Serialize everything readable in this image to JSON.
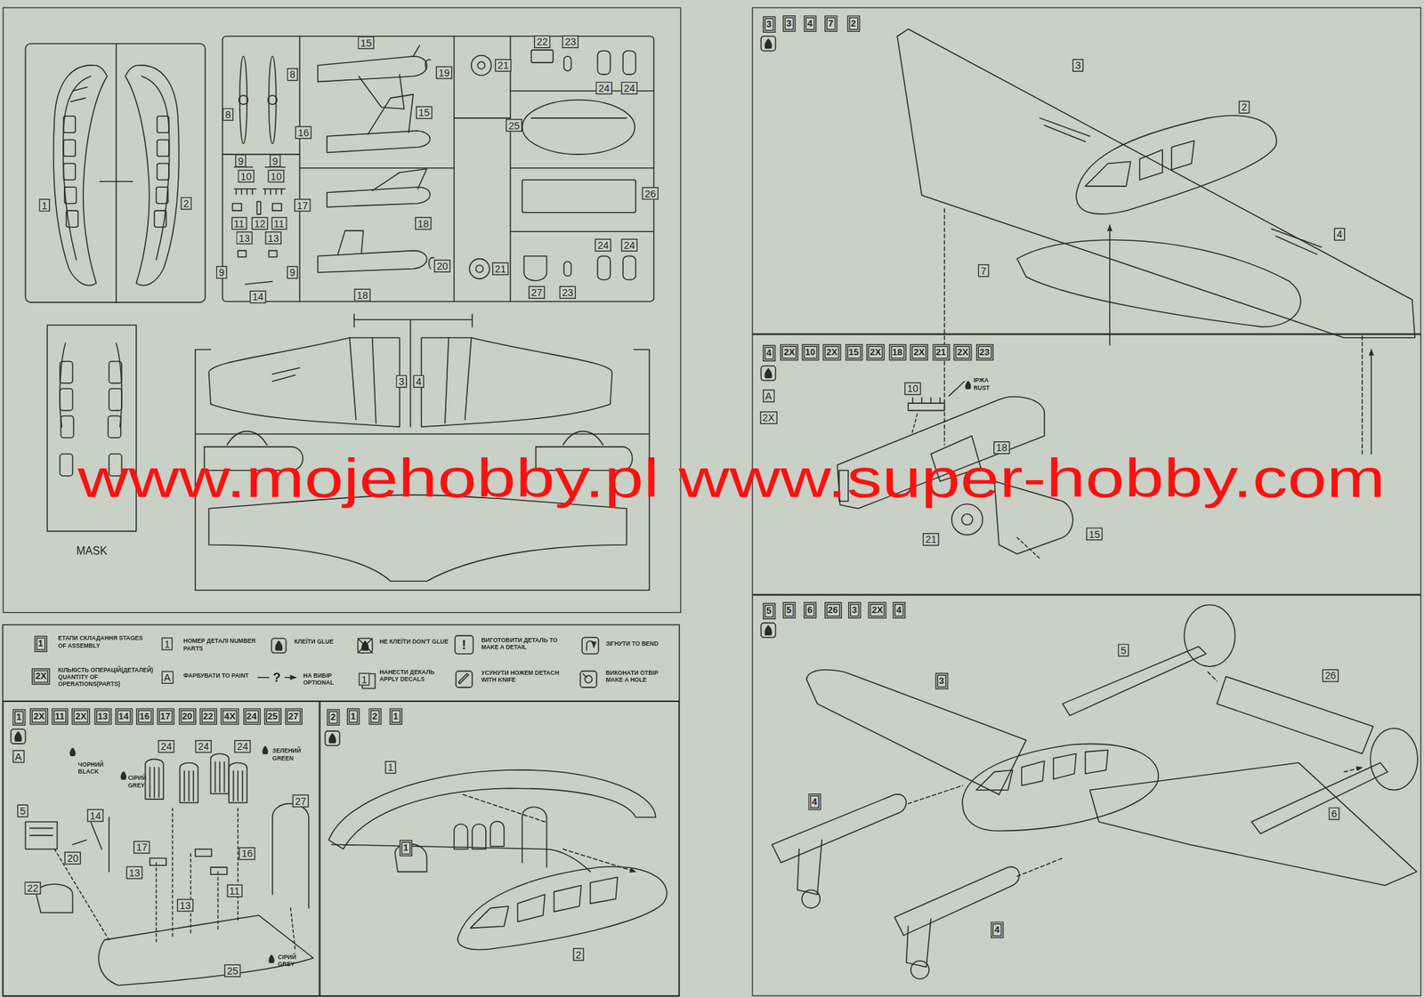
{
  "diagram": {
    "nodes": [
      {
        "text": [
          "MASK"
        ]
      },
      {
        "text": [
          "3"
        ]
      },
      {
        "text": [
          "4"
        ]
      },
      {
        "text": [
          "5"
        ]
      },
      {
        "text": [
          "1"
        ]
      },
      {
        "text": [
          "2"
        ]
      }
    ],
    "labels": [
      "1",
      "2",
      "15",
      "8",
      "19",
      "21",
      "22",
      "23",
      "8",
      "16",
      "15",
      "25",
      "24",
      "24",
      "9",
      "9",
      "10",
      "10",
      "17",
      "26",
      "11",
      "12",
      "11",
      "18",
      "13",
      "13",
      "24",
      "24",
      "9",
      "9",
      "20",
      "21",
      "14",
      "18",
      "27",
      "23",
      "3",
      "4",
      "1",
      "1",
      "!",
      "2X",
      "A",
      "?",
      "1",
      "2X",
      "11",
      "2X",
      "13",
      "14",
      "16",
      "17",
      "20",
      "22",
      "4X",
      "24",
      "25",
      "27",
      "A",
      "24",
      "24",
      "24",
      "ЧОРНИЙ BLACK",
      "СІРИЙ GREY",
      "ЗЕЛЕНИЙ GREEN",
      "5",
      "14",
      "27",
      "20",
      "17",
      "13",
      "16",
      "11",
      "22",
      "13",
      "СІРИЙ GREY",
      "25",
      "1",
      "2",
      "1",
      "1",
      "1",
      "2",
      "3",
      "4",
      "7",
      "2",
      "3",
      "2",
      "4",
      "7",
      "2X",
      "10",
      "2X",
      "15",
      "2X",
      "18",
      "2X",
      "21",
      "2X",
      "23",
      "A",
      "2X",
      "10",
      "ІРЖА RUST",
      "18",
      "21",
      "15",
      "5",
      "6",
      "26",
      "3",
      "2X",
      "4",
      "5",
      "26",
      "3",
      "6",
      "4",
      "4",
      "www.mojehobby.pl www.super-hobby.com"
    ],
    "legend": [
      {
        "text": "ЕТАПИ СКЛАДАННЯ STAGES OF ASSEMBLY"
      },
      {
        "text": "НОМЕР ДЕТАЛІ NUMBER PARTS"
      },
      {
        "text": "КЛЕЇТИ GLUE"
      },
      {
        "text": "НЕ КЛЕЇТИ DON'T GLUE"
      },
      {
        "text": "ВИГОТОВИТИ ДЕТАЛЬ TO MAKE A DETAIL"
      },
      {
        "text": "ЗІГНУТИ TO BEND"
      },
      {
        "text": "КІЛЬКІСТЬ ОПЕРАЦІЙ(ДЕТАЛЕЙ) QUANTITY OF OPERATIONS(PARTS)"
      },
      {
        "text": "ФАРБУВАТИ TO PAINT"
      },
      {
        "text": "НА ВИБІР OPTIONAL"
      },
      {
        "text": "НАНЕСТИ ДЕКАЛЬ APPLY DECALS"
      },
      {
        "text": "УСУНУТИ НОЖЕМ DETACH WITH KNIFE"
      },
      {
        "text": "ВИКОНАТИ ОТВІР MAKE A HOLE"
      }
    ]
  }
}
